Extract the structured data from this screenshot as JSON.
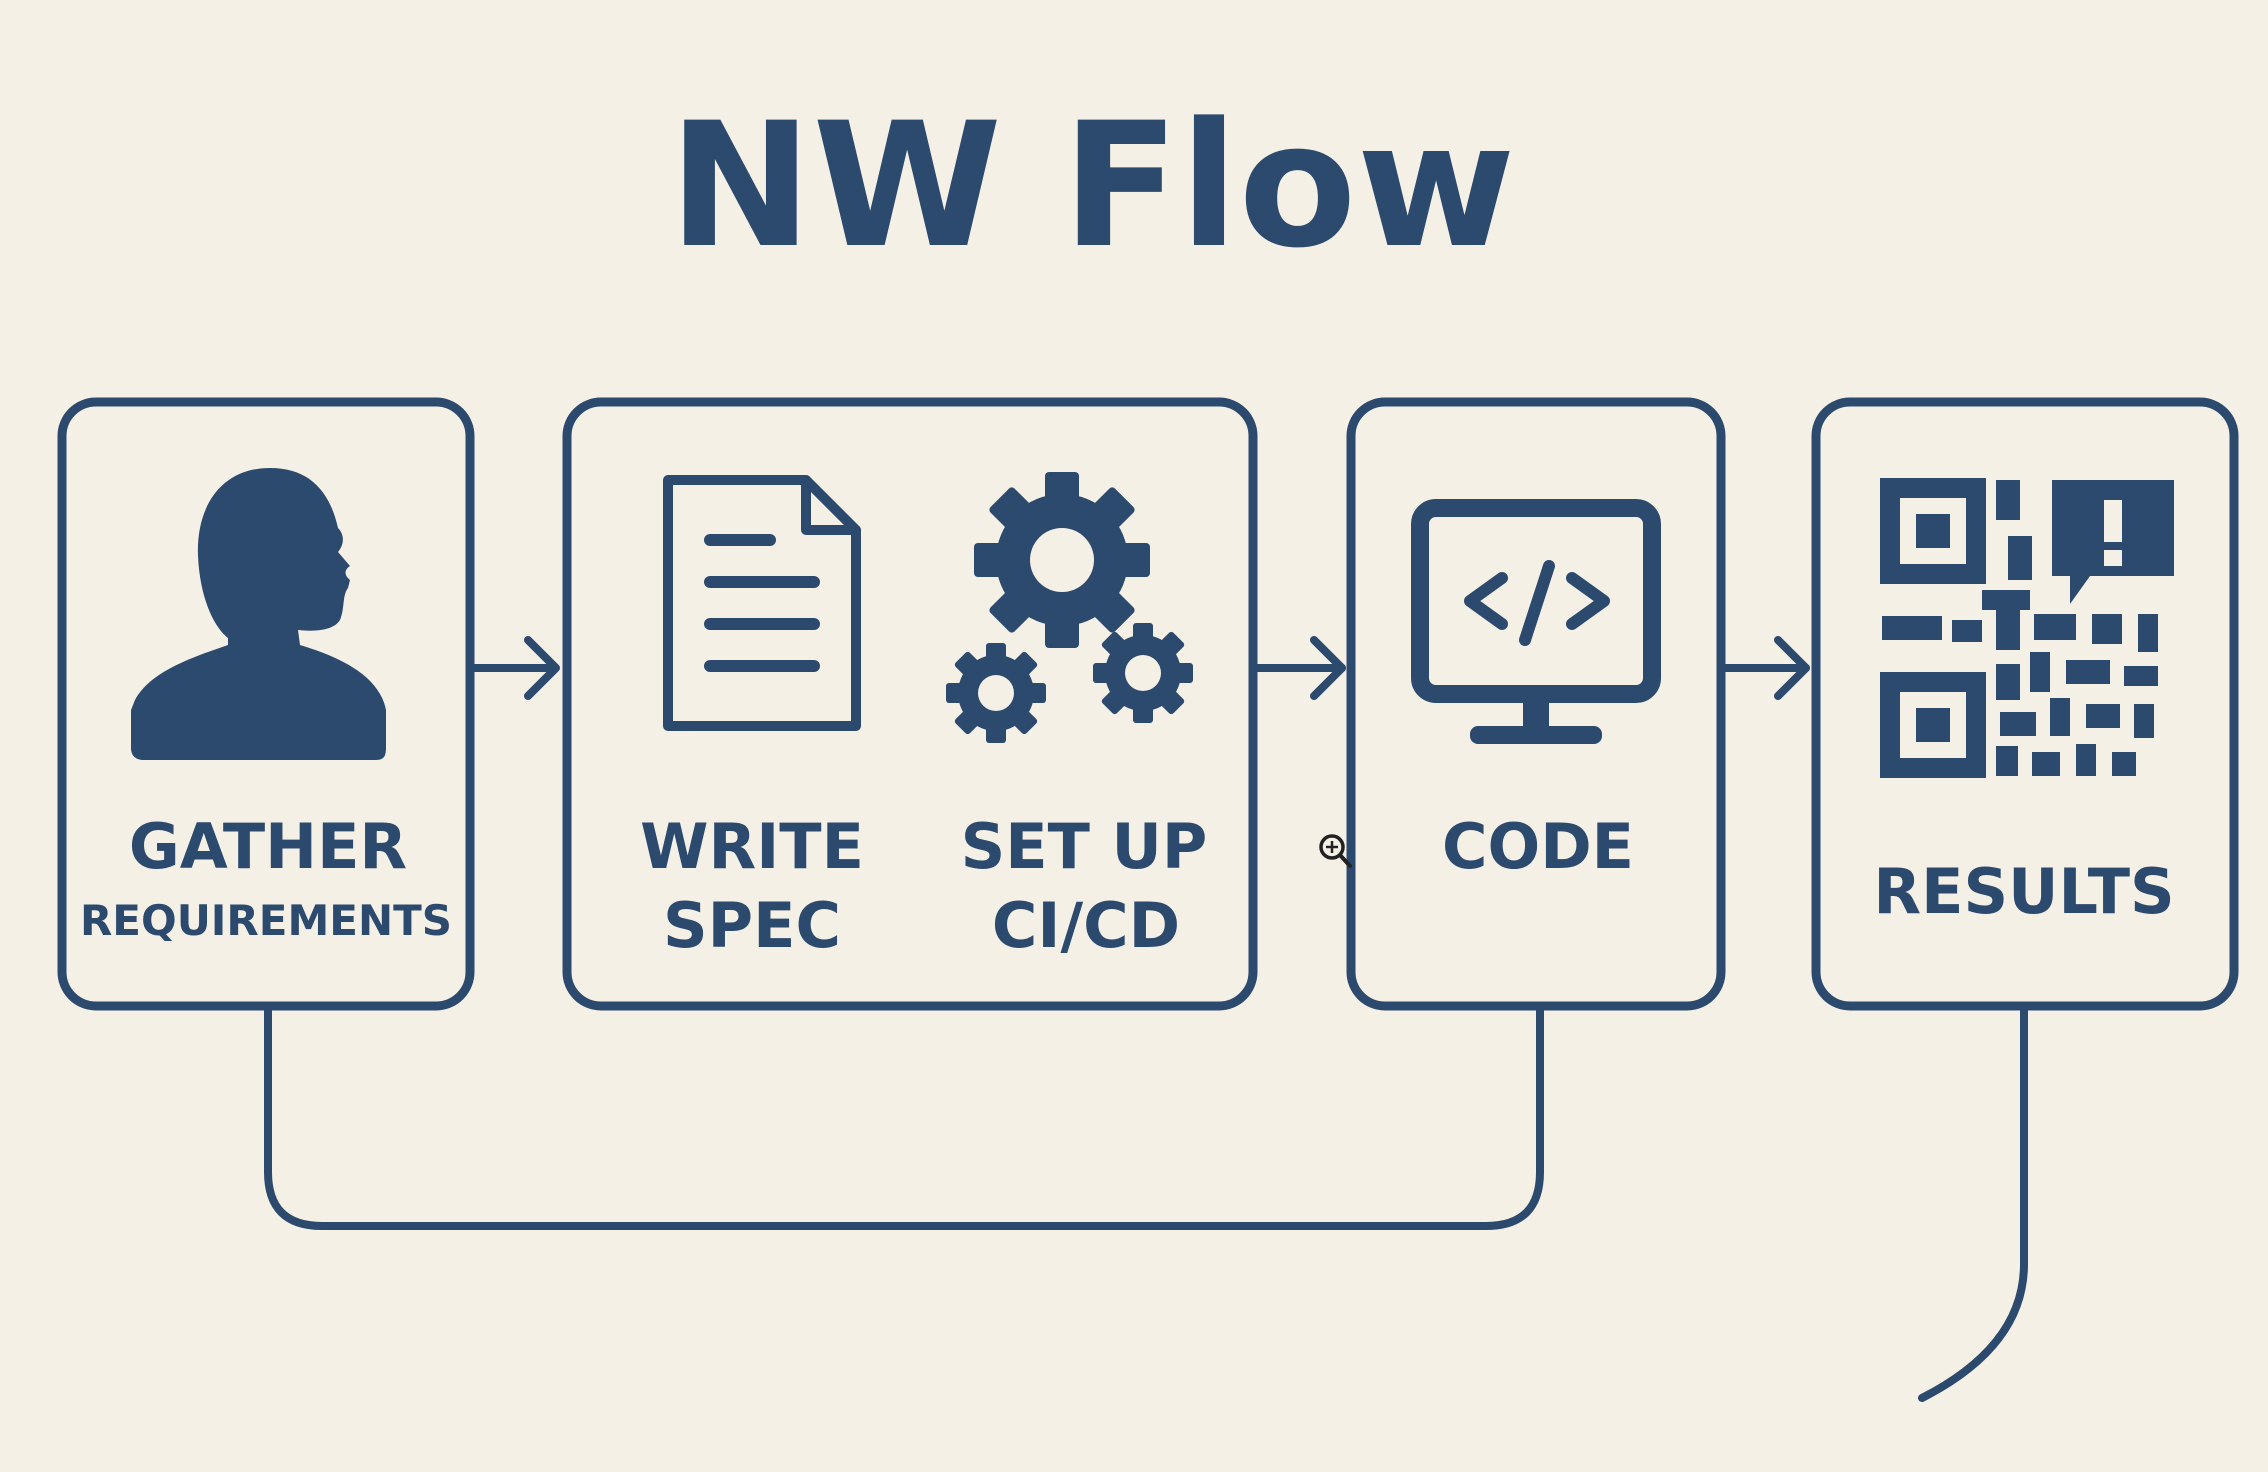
{
  "title": "NW Flow",
  "steps": {
    "gather": {
      "line1": "GATHER",
      "line2": "REQUIREMENTS",
      "icon": "person-icon"
    },
    "write_spec": {
      "line1": "WRITE",
      "line2": "SPEC",
      "icon": "document-icon"
    },
    "setup_cicd": {
      "line1": "SET UP",
      "line2": "CI/CD",
      "icon": "gears-icon"
    },
    "code": {
      "line1": "CODE",
      "icon": "code-monitor-icon"
    },
    "results": {
      "line1": "RESULTS",
      "icon": "qr-code-icon"
    }
  },
  "colors": {
    "background": "#f5f0e6",
    "ink": "#2c4a6e"
  }
}
